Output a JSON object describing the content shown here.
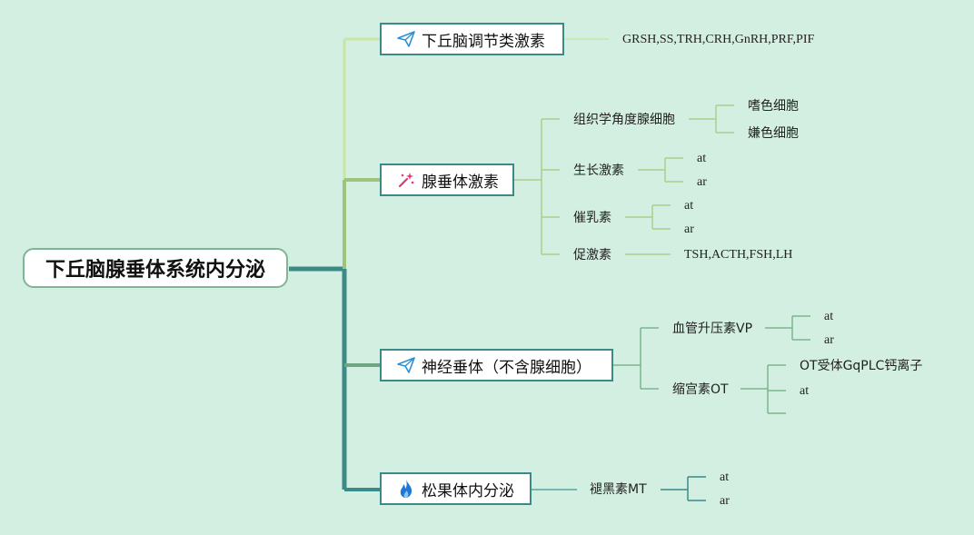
{
  "root": {
    "label": "下丘脑腺垂体系统内分泌"
  },
  "branches": [
    {
      "label": "下丘脑调节类激素",
      "icon": "paper-plane-icon",
      "children": [
        {
          "label": "GRSH,SS,TRH,CRH,GnRH,PRF,PIF"
        }
      ]
    },
    {
      "label": "腺垂体激素",
      "icon": "magic-wand-icon",
      "children": [
        {
          "label": "组织学角度腺细胞",
          "children": [
            {
              "label": "嗜色细胞"
            },
            {
              "label": "嫌色细胞"
            }
          ]
        },
        {
          "label": "生长激素",
          "children": [
            {
              "label": "at"
            },
            {
              "label": "ar"
            }
          ]
        },
        {
          "label": "催乳素",
          "children": [
            {
              "label": "at"
            },
            {
              "label": "ar"
            }
          ]
        },
        {
          "label": "促激素",
          "children": [
            {
              "label": "TSH,ACTH,FSH,LH"
            }
          ]
        }
      ]
    },
    {
      "label": "神经垂体（不含腺细胞）",
      "icon": "paper-plane-icon",
      "children": [
        {
          "label": "血管升压素VP",
          "children": [
            {
              "label": "at"
            },
            {
              "label": "ar"
            }
          ]
        },
        {
          "label": "缩宫素OT",
          "children": [
            {
              "label": "OT受体GqPLC钙离子"
            },
            {
              "label": "at"
            },
            {
              "label": ""
            }
          ]
        }
      ]
    },
    {
      "label": "松果体内分泌",
      "icon": "fire-icon",
      "children": [
        {
          "label": "褪黑素MT",
          "children": [
            {
              "label": "at"
            },
            {
              "label": "ar"
            }
          ]
        }
      ]
    }
  ],
  "colors": {
    "background": "#d3efe1",
    "branch_border": "#3a8a88",
    "root_border": "#7fb594"
  }
}
